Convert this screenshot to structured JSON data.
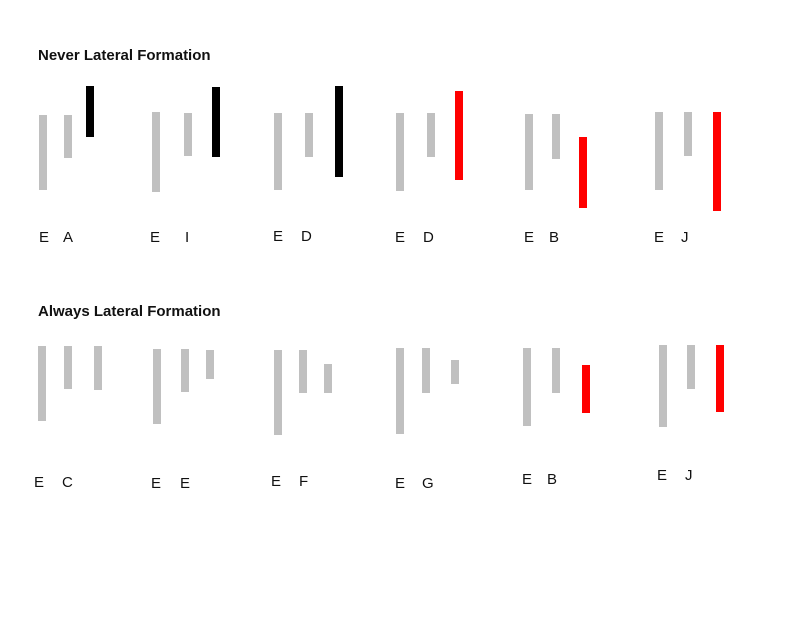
{
  "sections": [
    {
      "title": "Never Lateral Formation",
      "groups": [
        {
          "labels": [
            "E",
            "A"
          ]
        },
        {
          "labels": [
            "E",
            "I"
          ]
        },
        {
          "labels": [
            "E",
            "D"
          ]
        },
        {
          "labels": [
            "E",
            "D"
          ]
        },
        {
          "labels": [
            "E",
            "B"
          ]
        },
        {
          "labels": [
            "E",
            "J"
          ]
        }
      ]
    },
    {
      "title": "Always Lateral Formation",
      "groups": [
        {
          "labels": [
            "E",
            "C"
          ]
        },
        {
          "labels": [
            "E",
            "E"
          ]
        },
        {
          "labels": [
            "E",
            "F"
          ]
        },
        {
          "labels": [
            "E",
            "G"
          ]
        },
        {
          "labels": [
            "E",
            "B"
          ]
        },
        {
          "labels": [
            "E",
            "J"
          ]
        }
      ]
    }
  ],
  "colors": {
    "gray": "#c0c0c0",
    "black": "#000000",
    "red": "#ff0000"
  }
}
